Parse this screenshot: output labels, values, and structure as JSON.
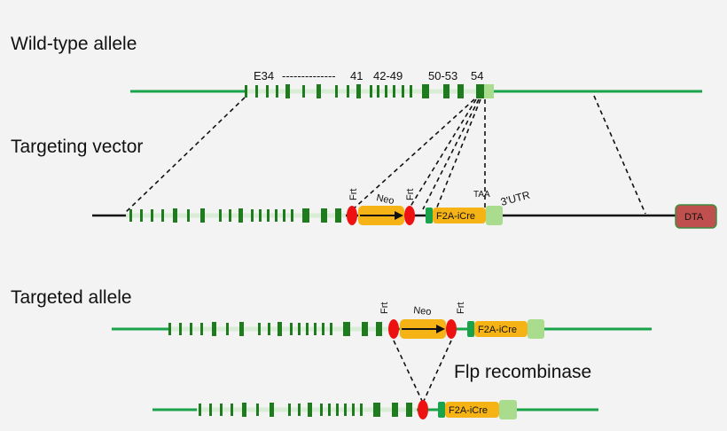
{
  "headings": {
    "wildtype": "Wild-type allele",
    "vector": "Targeting vector",
    "targeted": "Targeted allele",
    "flp": "Flp recombinase"
  },
  "exon_labels": {
    "e34": "E34",
    "dashes": "--------------",
    "e41": "41",
    "e42_49": "42-49",
    "e50_53": "50-53",
    "e54": "54"
  },
  "elements": {
    "frt": "Frt",
    "neo": "Neo",
    "f2a": "F2A-iCre",
    "taa": "TAA",
    "utr": "3'UTR",
    "dta": "DTA"
  },
  "colors": {
    "backbone_green": "#1aa34a",
    "exon_green": "#1e7b1e",
    "utr_green": "#a9dc8c",
    "frt_red": "#ee1111",
    "neo_orange": "#f6b316",
    "dta_red": "#c0504d"
  }
}
